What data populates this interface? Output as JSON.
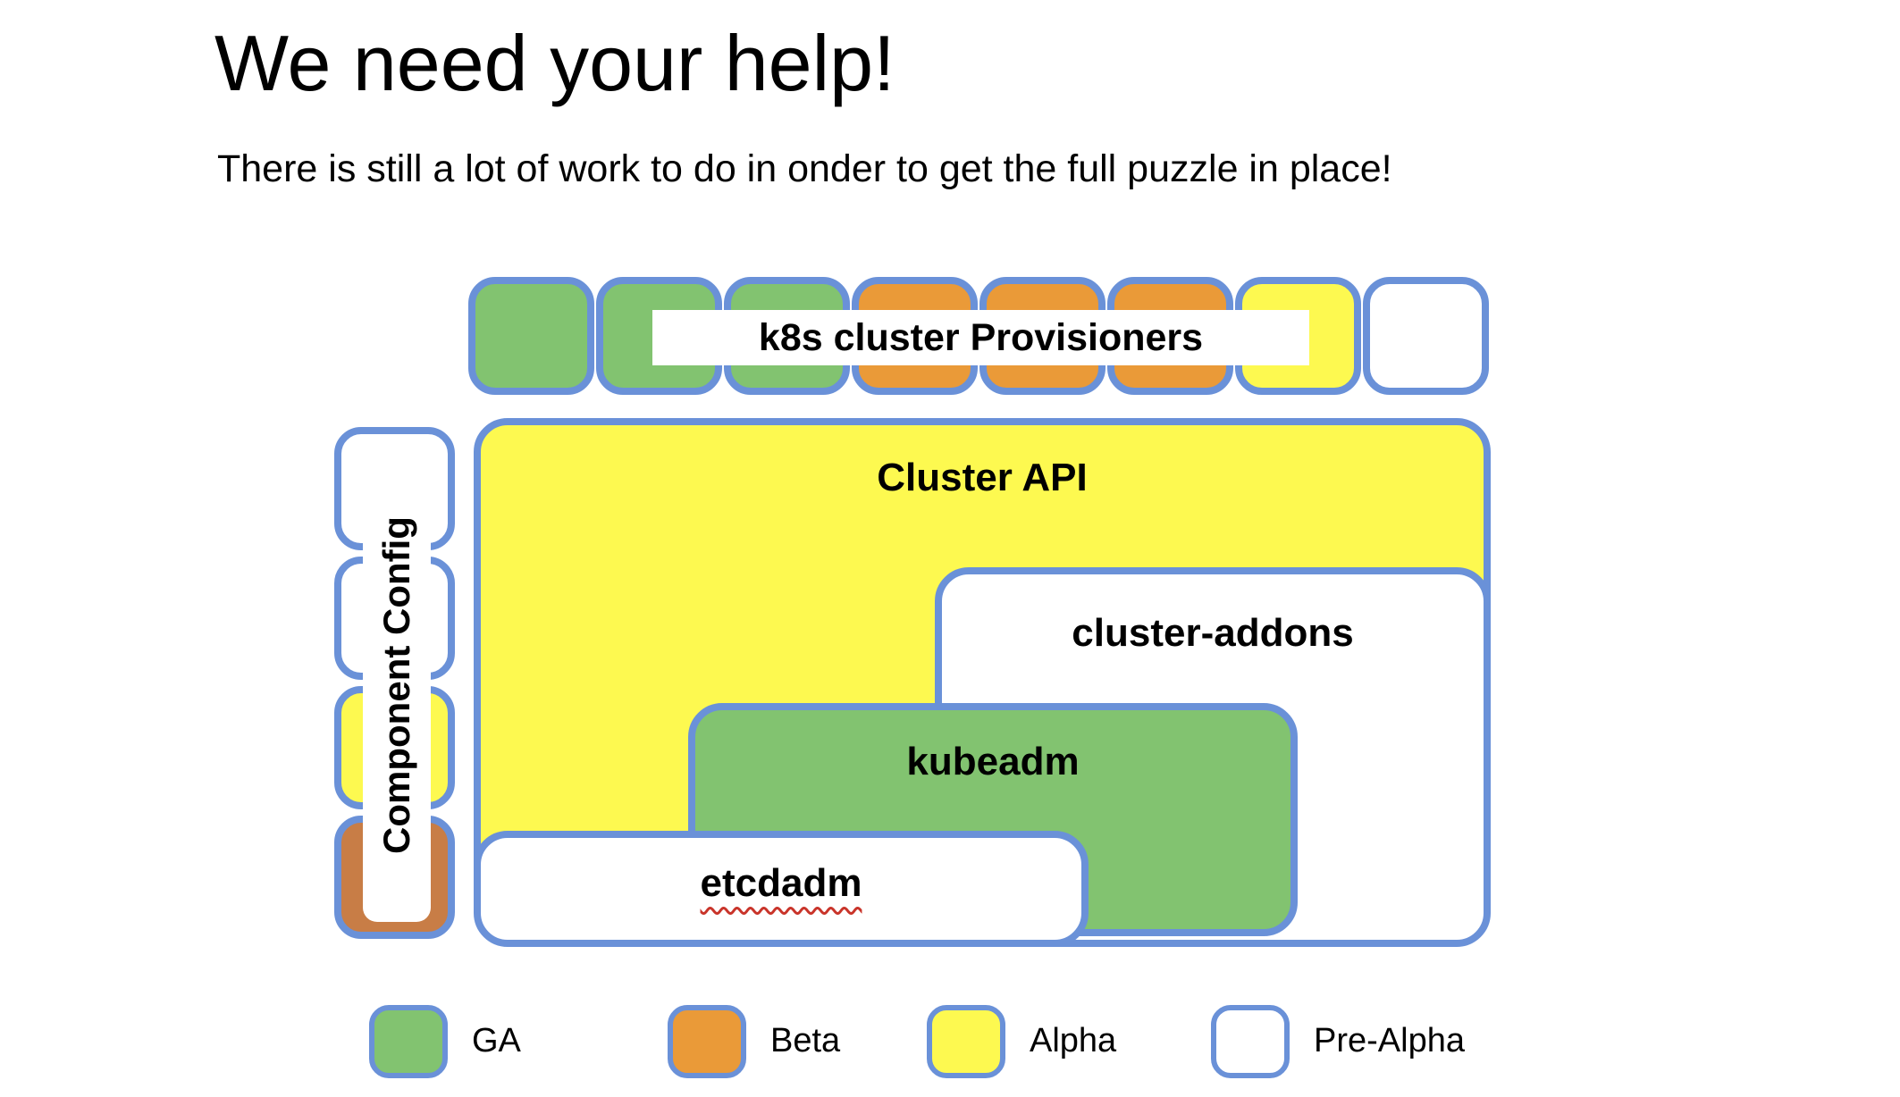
{
  "slide": {
    "title": "We need your help!",
    "subtitle": "There is still a lot of work to do in onder to get the full puzzle in place!"
  },
  "diagram": {
    "provisioners_label": "k8s cluster Provisioners",
    "provisioner_pieces": [
      {
        "status": "GA",
        "color": "#82c370"
      },
      {
        "status": "GA",
        "color": "#82c370"
      },
      {
        "status": "GA",
        "color": "#82c370"
      },
      {
        "status": "Beta",
        "color": "#ea9a38"
      },
      {
        "status": "Beta",
        "color": "#ea9a38"
      },
      {
        "status": "Beta",
        "color": "#ea9a38"
      },
      {
        "status": "Alpha",
        "color": "#fdf950"
      },
      {
        "status": "Pre-Alpha",
        "color": "#ffffff"
      }
    ],
    "component_config": {
      "label": "Component Config",
      "pieces": [
        {
          "status": "Pre-Alpha",
          "color": "#ffffff"
        },
        {
          "status": "Pre-Alpha",
          "color": "#ffffff"
        },
        {
          "status": "Alpha",
          "color": "#fdf950"
        },
        {
          "status": "Beta",
          "color": "#c87d46"
        }
      ]
    },
    "boxes": {
      "cluster_api": {
        "label": "Cluster API",
        "status": "Alpha",
        "color": "#fdf950"
      },
      "cluster_addons": {
        "label": "cluster-addons",
        "status": "Pre-Alpha",
        "color": "#ffffff"
      },
      "kubeadm": {
        "label": "kubeadm",
        "status": "GA",
        "color": "#82c370"
      },
      "etcdadm": {
        "label": "etcdadm",
        "status": "Pre-Alpha",
        "color": "#ffffff"
      }
    }
  },
  "legend": {
    "items": [
      {
        "label": "GA",
        "color": "#82c370"
      },
      {
        "label": "Beta",
        "color": "#ea9a38"
      },
      {
        "label": "Alpha",
        "color": "#fdf950"
      },
      {
        "label": "Pre-Alpha",
        "color": "#ffffff"
      }
    ]
  },
  "colors": {
    "border_blue": "#6a91d8",
    "squiggle_red": "#c9342a",
    "text_black": "#000000"
  }
}
